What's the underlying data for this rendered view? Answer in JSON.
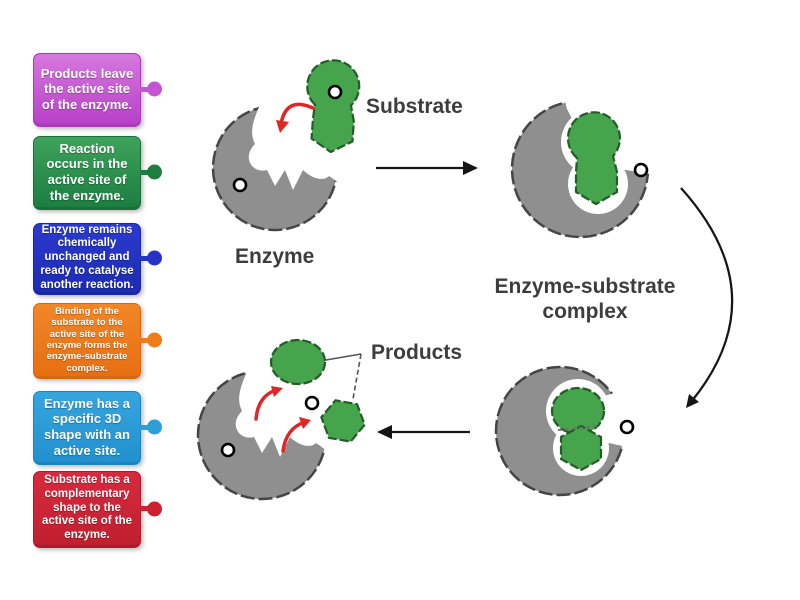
{
  "canvas": {
    "background": "#ffffff"
  },
  "label_cards": [
    {
      "id": "products-leave",
      "text": "Products leave the active site of the enzyme.",
      "fill_top": "#d678de",
      "fill_bottom": "#b840c8",
      "border": "#a93ab9",
      "pin": "#c554d2"
    },
    {
      "id": "reaction-occurs",
      "text": "Reaction occurs in the active site of the enzyme.",
      "fill_top": "#3ea35c",
      "fill_bottom": "#1c7e41",
      "border": "#1b7038",
      "pin": "#207d41"
    },
    {
      "id": "enzyme-unchanged",
      "text": "Enzyme remains chemically unchanged and ready to catalyse another reaction.",
      "fill_top": "#2b3ace",
      "fill_bottom": "#1d2cb2",
      "border": "#1a27a5",
      "pin": "#2634c6"
    },
    {
      "id": "binding-substrate",
      "text": "Binding of the substrate to the active site of the enzyme forms the enzyme-substrate complex.",
      "fill_top": "#f18727",
      "fill_bottom": "#e76f12",
      "border": "#d4680f",
      "pin": "#ee7c1d"
    },
    {
      "id": "enzyme-3d-shape",
      "text": "Enzyme has a specific 3D shape with an active site.",
      "fill_top": "#36a5de",
      "fill_bottom": "#2191cf",
      "border": "#1f83bd",
      "pin": "#2d9ed8"
    },
    {
      "id": "substrate-complementary",
      "text": "Substrate has a complementary shape to the active site of the enzyme.",
      "fill_top": "#d62b3e",
      "fill_bottom": "#c01f30",
      "border": "#ab1b2a",
      "pin": "#cc2133"
    }
  ],
  "diagram": {
    "labels": {
      "substrate": "Substrate",
      "enzyme": "Enzyme",
      "complex_line1": "Enzyme-substrate",
      "complex_line2": "complex",
      "products": "Products"
    },
    "colors": {
      "enzyme_body": "#8f8f8f",
      "enzyme_outline": "#454545",
      "substrate_body": "#46a44c",
      "substrate_outline": "#235c27",
      "label_text": "#3d3d3d",
      "black_arrow": "#151515",
      "red_arrow": "#e02525",
      "target_dot_fill": "#ffffff",
      "target_dot_outline": "#000000"
    }
  }
}
